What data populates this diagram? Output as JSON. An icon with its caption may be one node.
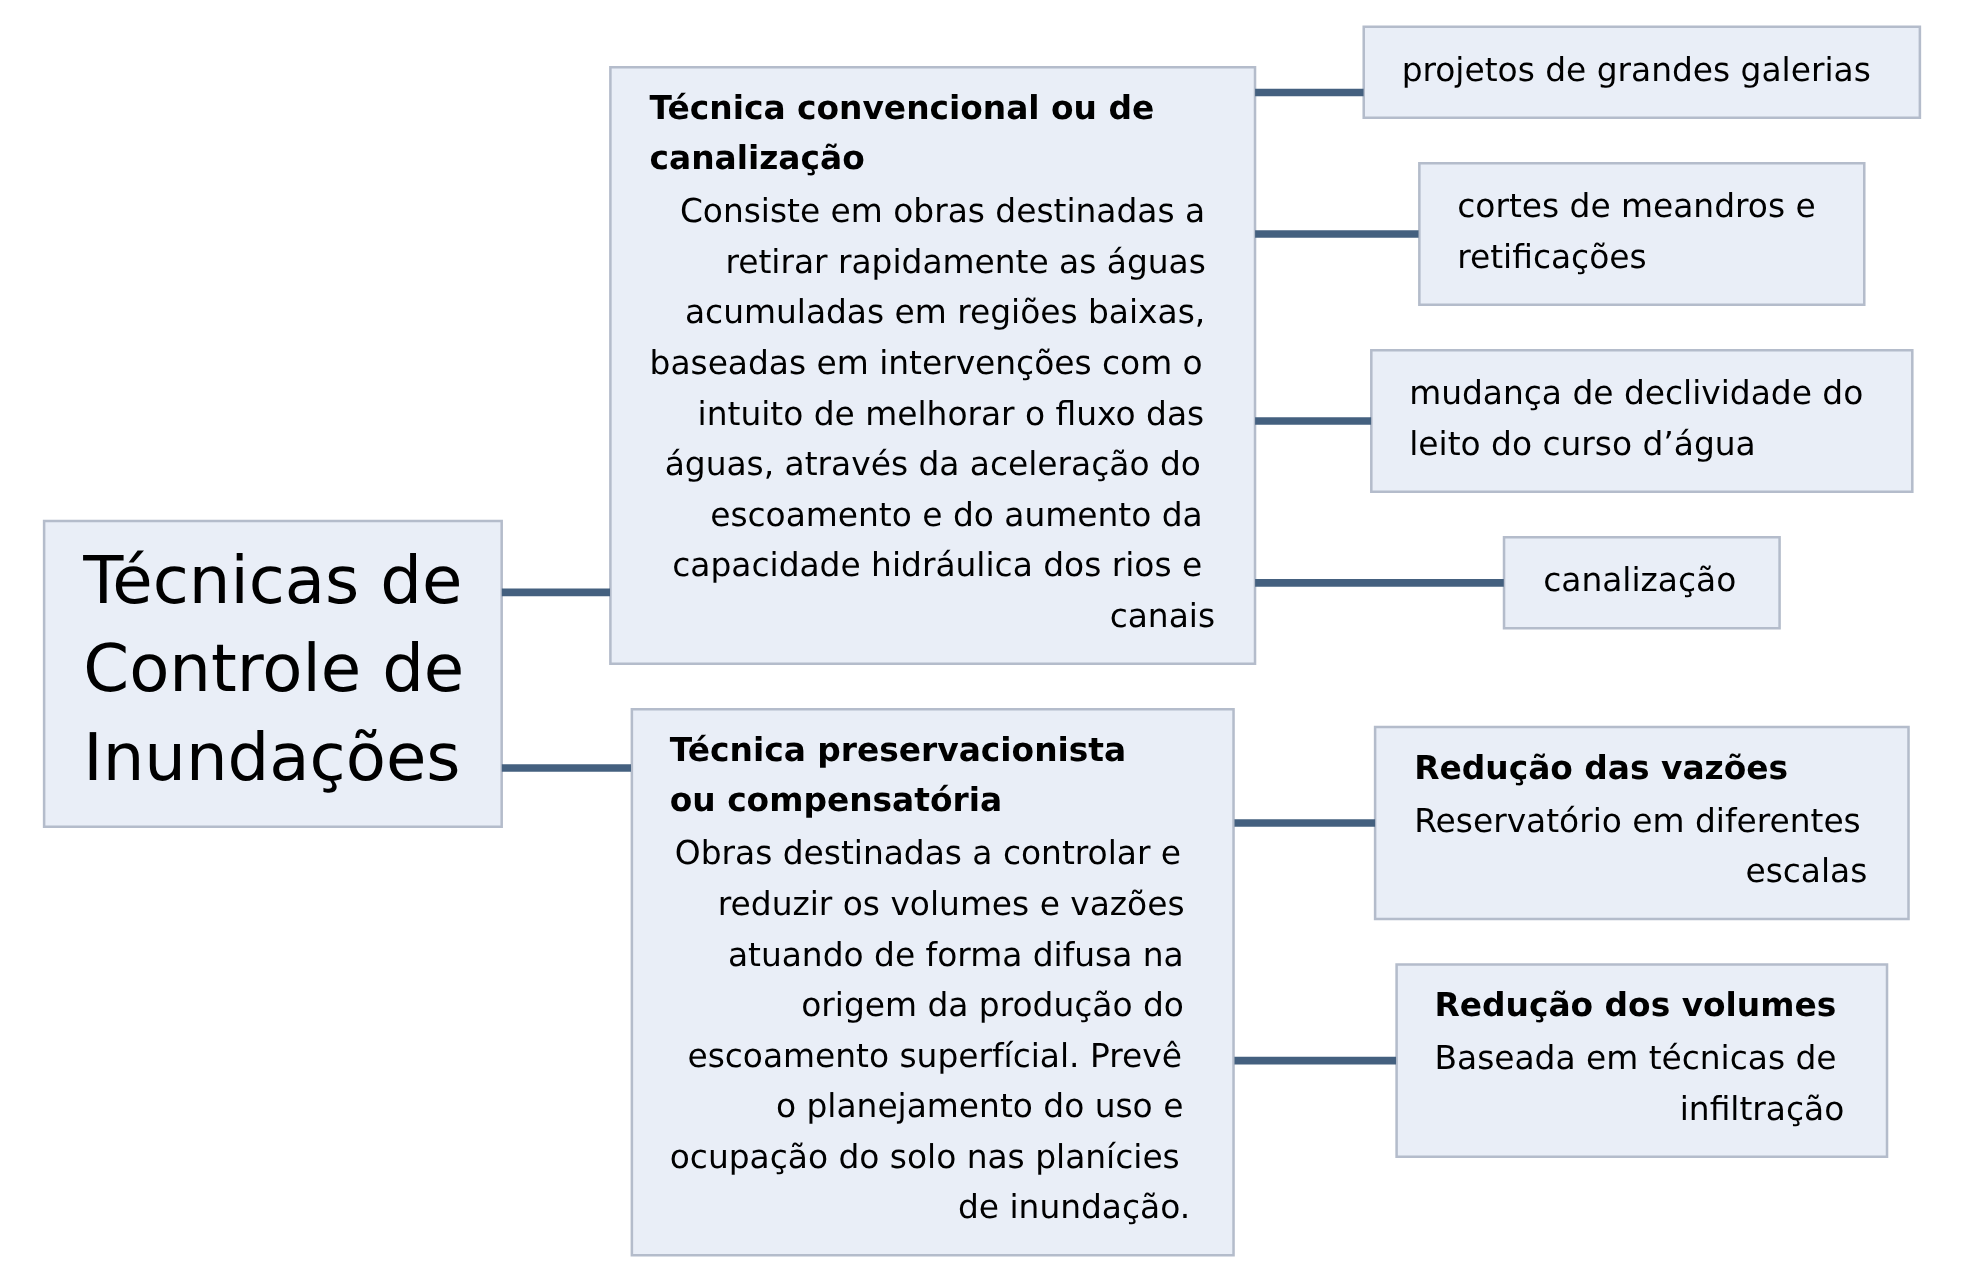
{
  "diagram": {
    "nodes": [
      {
        "text": [
          "Técnicas de Controle de Inundações"
        ]
      },
      {
        "text": [
          "Técnica convencional ou de canalização",
          "Consiste em obras destinadas a retirar rapidamente as águas acumuladas em regiões baixas, baseadas em intervenções com o intuito de melhorar o fluxo das águas, através da aceleração do escoamento e do aumento da capacidade hidráulica dos rios e canais"
        ]
      },
      {
        "text": [
          "projetos de grandes galerias"
        ]
      },
      {
        "text": [
          "cortes de meandros e retificações"
        ]
      },
      {
        "text": [
          "mudança de declividade do leito do curso d’água"
        ]
      },
      {
        "text": [
          "canalização"
        ]
      },
      {
        "text": [
          "Técnica preservacionista ou compensatória",
          "Obras destinadas a controlar e reduzir os volumes e vazões atuando de forma difusa na origem da produção do escoamento superfícial. Prevê o planejamento do uso e ocupação do solo nas planícies de inundação."
        ]
      },
      {
        "text": [
          "Redução das vazões",
          "Reservatório em diferentes escalas"
        ]
      },
      {
        "text": [
          "Redução dos volumes",
          "Baseada em técnicas de infiltração"
        ]
      }
    ],
    "edges": [
      {
        "from": 0,
        "to": 1,
        "arrow": "none"
      },
      {
        "from": 0,
        "to": 6,
        "arrow": "none"
      },
      {
        "from": 1,
        "to": 2,
        "arrow": "none"
      },
      {
        "from": 1,
        "to": 3,
        "arrow": "none"
      },
      {
        "from": 1,
        "to": 4,
        "arrow": "none"
      },
      {
        "from": 1,
        "to": 5,
        "arrow": "none"
      },
      {
        "from": 6,
        "to": 7,
        "arrow": "none"
      },
      {
        "from": 6,
        "to": 8,
        "arrow": "none"
      }
    ]
  }
}
